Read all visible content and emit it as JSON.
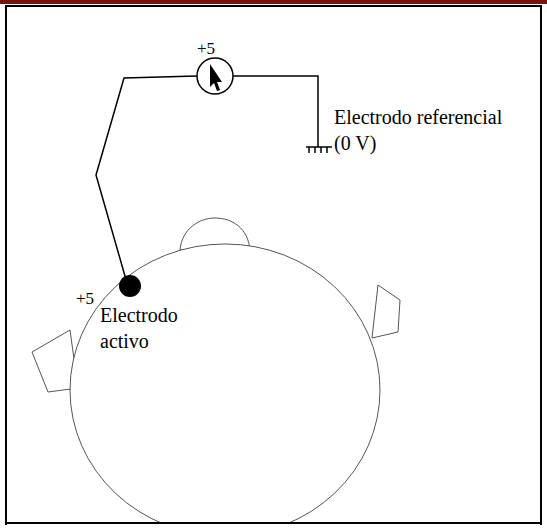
{
  "diagram": {
    "labels": [
      "+5",
      "Electrodo referencial (0 V)",
      "+5",
      "Electrodo activo"
    ]
  }
}
